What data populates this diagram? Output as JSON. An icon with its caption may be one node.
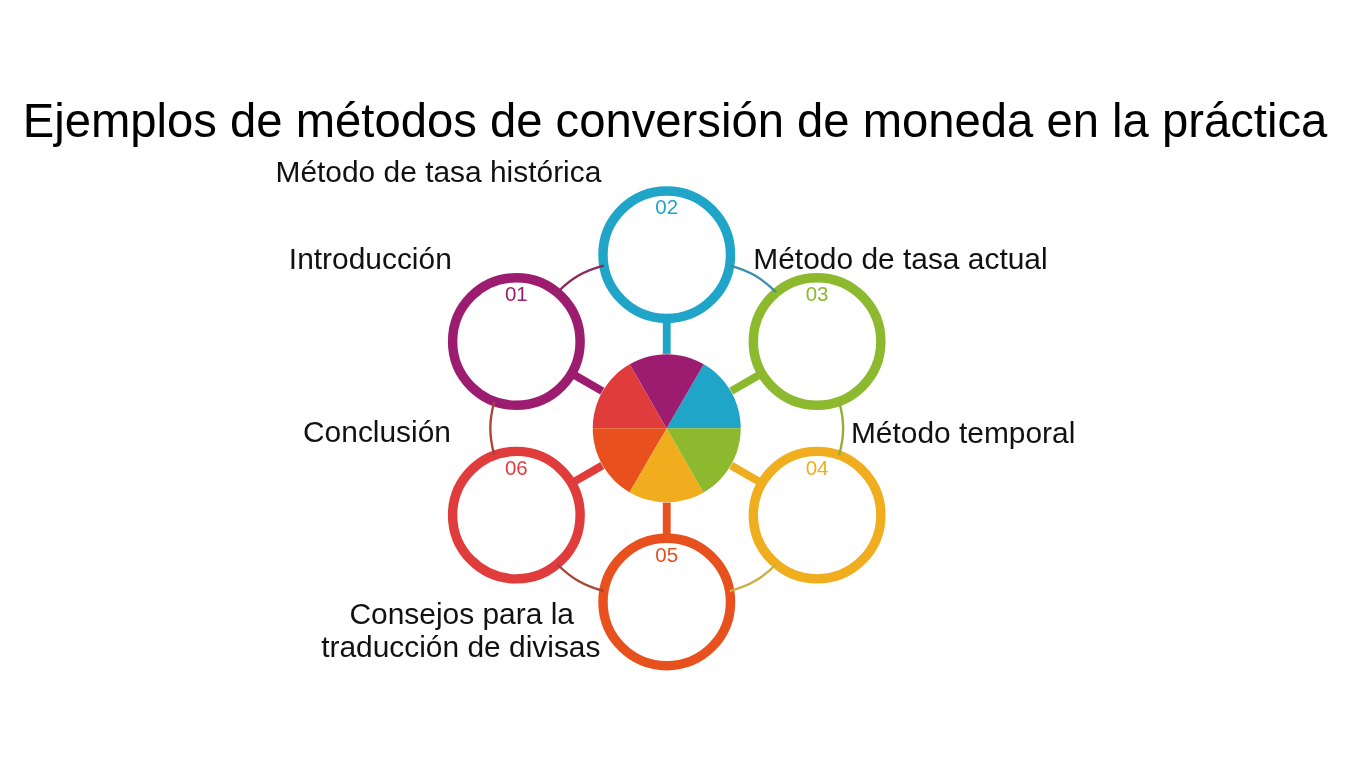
{
  "diagram": {
    "title": "Ejemplos de métodos de conversión de moneda en la práctica",
    "nodes": [
      {
        "text": [
          "01"
        ],
        "beside": [
          "Introducción"
        ]
      },
      {
        "text": [
          "02"
        ],
        "beside": [
          "Método de tasa histórica"
        ]
      },
      {
        "text": [
          "03"
        ],
        "beside": [
          "Método de tasa actual"
        ]
      },
      {
        "text": [
          "04"
        ],
        "beside": [
          "Método temporal"
        ]
      },
      {
        "text": [
          "05"
        ],
        "beside": [
          "Consejos para la traducción de divisas"
        ]
      },
      {
        "text": [
          "06"
        ],
        "beside": [
          "Conclusión"
        ]
      },
      {
        "text": [],
        "shape": "circle"
      }
    ],
    "edges": [
      {
        "from": 6,
        "to": 0,
        "arrow": "none",
        "style": "thick",
        "color": "#9c1c6f"
      },
      {
        "from": 6,
        "to": 1,
        "arrow": "none",
        "style": "thick",
        "color": "#1ea5c8"
      },
      {
        "from": 6,
        "to": 2,
        "arrow": "none",
        "style": "thick",
        "color": "#8db92e"
      },
      {
        "from": 6,
        "to": 3,
        "arrow": "none",
        "style": "thick",
        "color": "#f0ad1d"
      },
      {
        "from": 6,
        "to": 4,
        "arrow": "none",
        "style": "thick",
        "color": "#e8501e"
      },
      {
        "from": 6,
        "to": 5,
        "arrow": "none",
        "style": "thick",
        "color": "#e03c3c"
      },
      {
        "from": 0,
        "to": 1,
        "arrow": "none",
        "color": "#8a2a5e"
      },
      {
        "from": 1,
        "to": 2,
        "arrow": "none",
        "color": "#3a8fa8"
      },
      {
        "from": 2,
        "to": 3,
        "arrow": "none",
        "color": "#8fae3a"
      },
      {
        "from": 3,
        "to": 4,
        "arrow": "none",
        "color": "#c9b040"
      },
      {
        "from": 4,
        "to": 5,
        "arrow": "none",
        "color": "#a8443a"
      },
      {
        "from": 5,
        "to": 0,
        "arrow": "none",
        "color": "#a8443a"
      }
    ]
  }
}
